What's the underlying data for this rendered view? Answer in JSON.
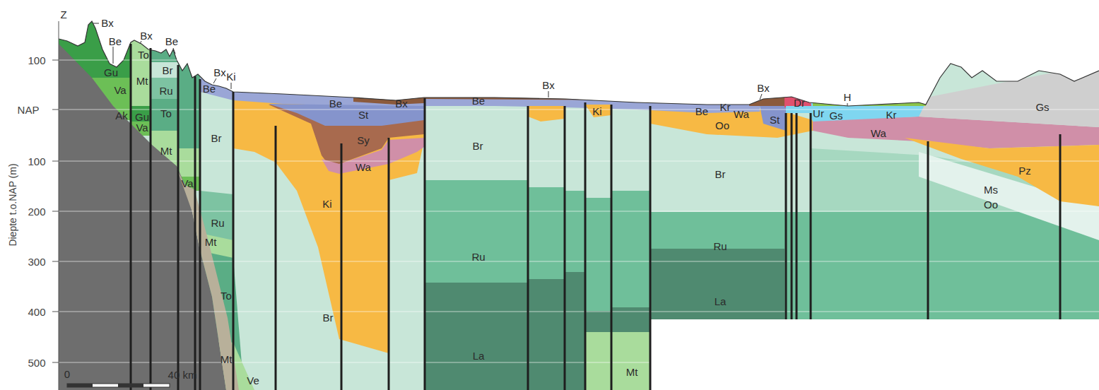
{
  "diagram": {
    "labels": [
      "Z",
      "Bx",
      "Be",
      "Bx",
      "Be",
      "Gu",
      "To",
      "Mt",
      "Br",
      "Ru",
      "Va",
      "Be",
      "Bx",
      "Ki",
      "Ak",
      "Gu",
      "Va",
      "To",
      "Mt",
      "Br",
      "Va",
      "Ru",
      "Mt",
      "To",
      "Mt",
      "Ve",
      "Be",
      "St",
      "Bx",
      "Sy",
      "Wa",
      "Ki",
      "Br",
      "Be",
      "Br",
      "Ru",
      "La",
      "Bx",
      "Ki",
      "Mt",
      "Be",
      "Kr",
      "Wa",
      "Oo",
      "St",
      "Bx",
      "Dr",
      "H",
      "Ur",
      "Gs",
      "Kr",
      "Wa",
      "Br",
      "Ru",
      "La",
      "Gs",
      "Pz",
      "Ms",
      "Oo",
      "100",
      "NAP",
      "100",
      "200",
      "300",
      "400",
      "500",
      "Diepte t.o.NAP (m)",
      "0",
      "40 km"
    ]
  }
}
